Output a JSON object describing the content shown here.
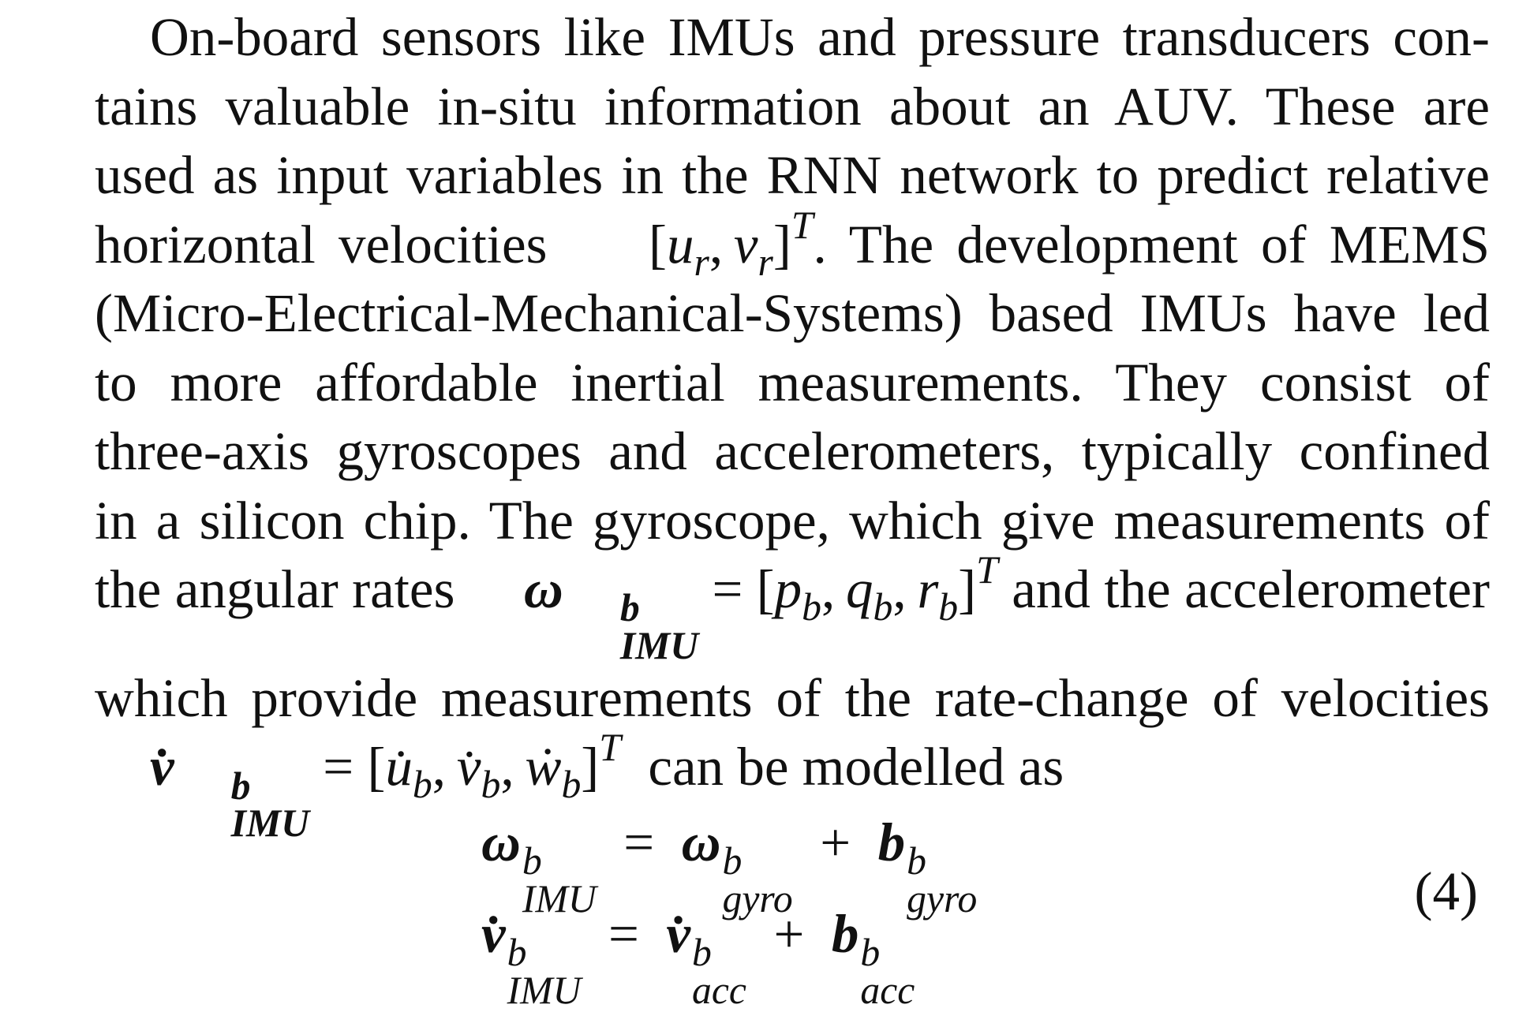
{
  "paragraph": {
    "lines": [
      "On-board sensors like IMUs and pressure transducers con-",
      "tains valuable in-situ information about an AUV. These are",
      "used as input variables in the RNN network to predict relative",
      "horizontal velocities",
      ". The development of MEMS",
      "(Micro-Electrical-Mechanical-Systems) based IMUs have led",
      "to more affordable inertial measurements. They consist of",
      "three-axis gyroscopes and accelerometers, typically confined",
      "in a silicon chip. The gyroscope, which give measurements of",
      "the angular rates",
      "and the accelerometer",
      "which provide measurements of the rate-change of velocities",
      "can be modelled as"
    ]
  },
  "math": {
    "velocity_vector": "[u_r, v_r]^T",
    "omega_imu_inline": "ω^b_IMU = [p_b, q_b, r_b]^T",
    "vdot_imu_inline": "v̇^b_IMU = [u̇_b, v̇_b, ẇ_b]^T",
    "eq_line_1": "ω^b_IMU = ω^b_gyro + b^b_gyro",
    "eq_line_2": "v̇^b_IMU = v̇^b_acc + b^b_acc"
  },
  "equation_number": "(4)"
}
